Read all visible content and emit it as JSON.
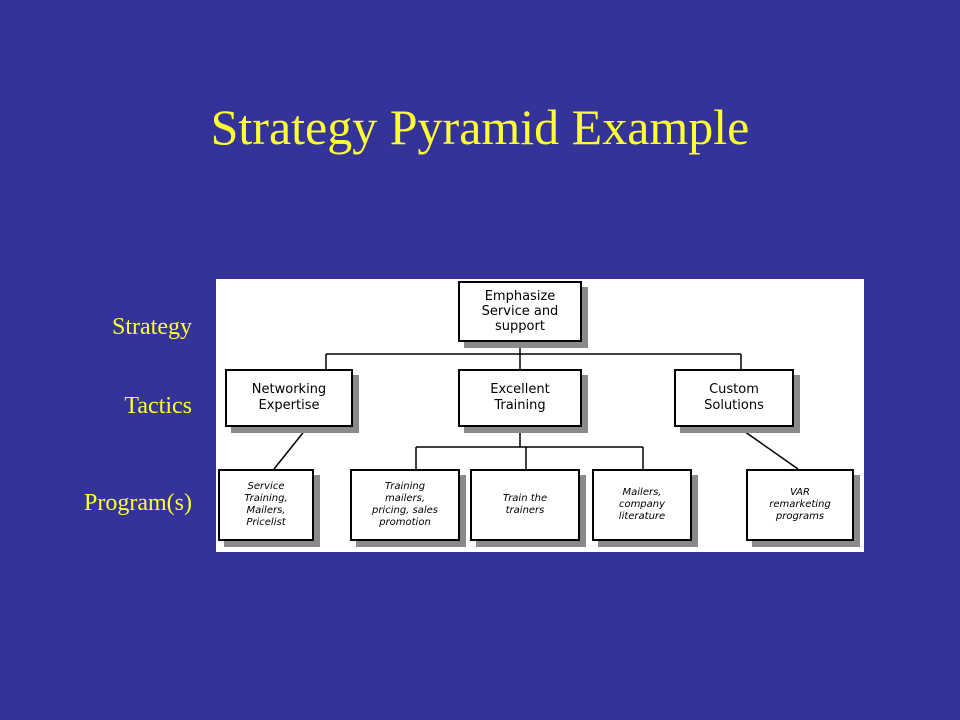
{
  "slide": {
    "title": "Strategy Pyramid Example",
    "levels": {
      "strategy": "Strategy",
      "tactics": "Tactics",
      "programs": "Program(s)"
    }
  },
  "diagram": {
    "strategy": [
      "Emphasize",
      "Service and",
      "support"
    ],
    "tactics": {
      "networking": [
        "Networking",
        "Expertise"
      ],
      "training": [
        "Excellent",
        "Training"
      ],
      "custom": [
        "Custom",
        "Solutions"
      ]
    },
    "programs": {
      "service_training": [
        "Service",
        "Training,",
        "Mailers,",
        "Pricelist"
      ],
      "training_mailers": [
        "Training",
        "mailers,",
        "pricing, sales",
        "promotion"
      ],
      "train_trainers": [
        "Train the",
        "trainers"
      ],
      "mailers_literature": [
        "Mailers,",
        "company",
        "literature"
      ],
      "var_programs": [
        "VAR",
        "remarketing",
        "programs"
      ]
    }
  },
  "colors": {
    "background": "#333399",
    "text": "#ffff33",
    "box_shadow": "#8a8a8a"
  }
}
